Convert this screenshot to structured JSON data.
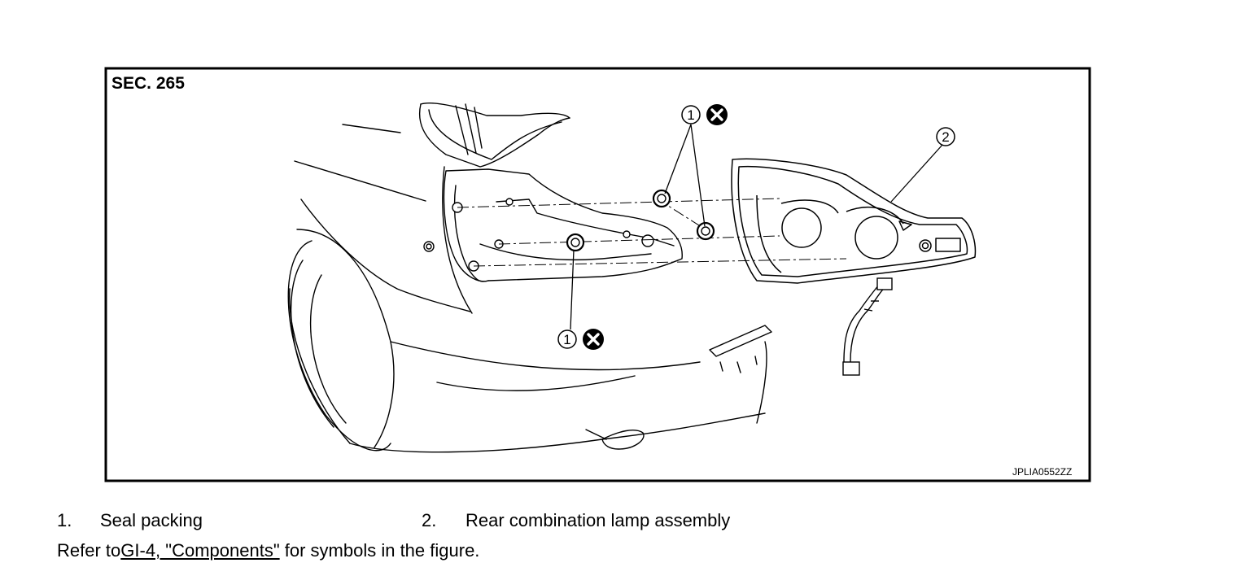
{
  "figure": {
    "section": "SEC. 265",
    "figure_code": "JPLIA0552ZZ",
    "callouts": [
      "1",
      "2",
      "1"
    ],
    "replace_symbol": "x-circle-icon"
  },
  "legend": [
    {
      "num": "1.",
      "text": "Seal packing"
    },
    {
      "num": "2.",
      "text": "Rear combination lamp assembly"
    }
  ],
  "refer": {
    "prefix": "Refer to",
    "link": "GI-4, \"Components\"",
    "suffix": " for symbols in the figure."
  }
}
